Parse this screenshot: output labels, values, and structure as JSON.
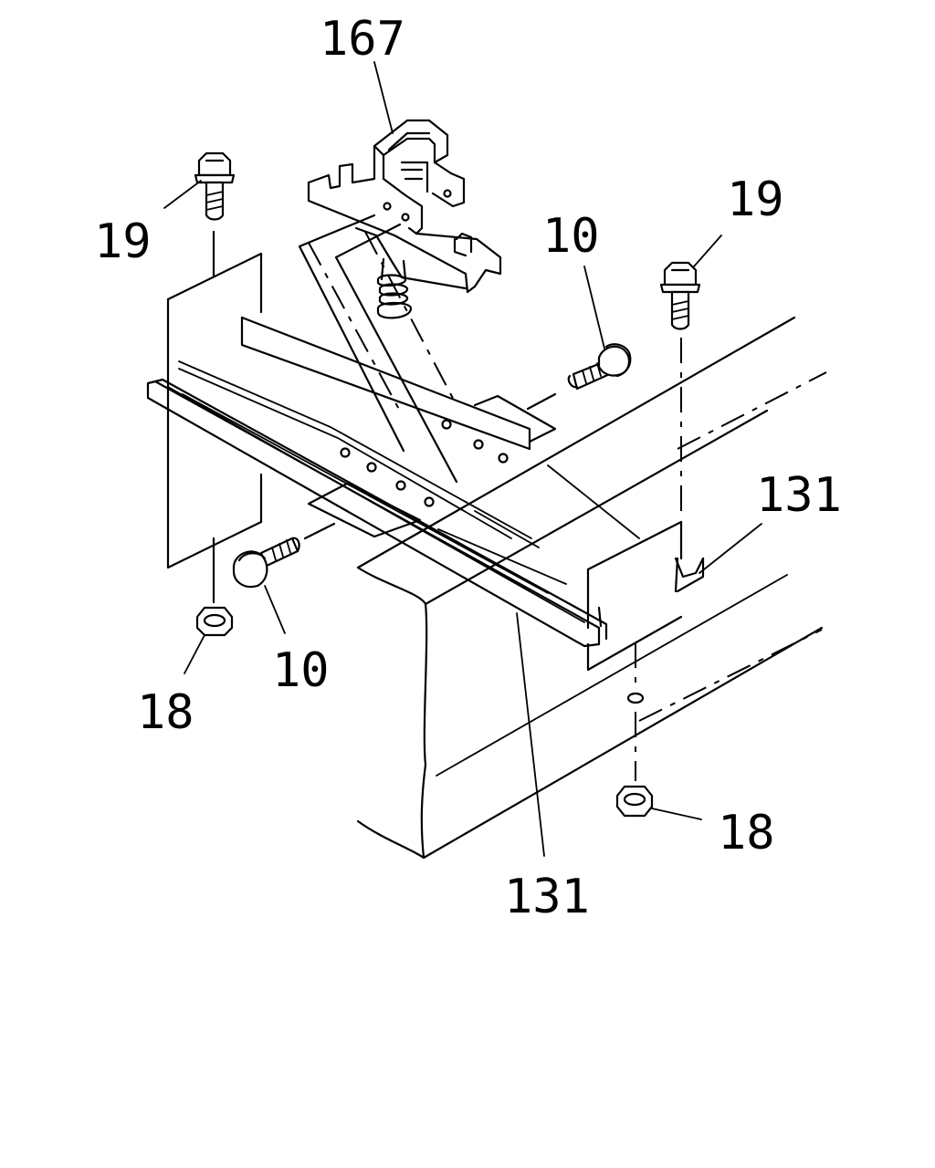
{
  "diagram": {
    "callouts": {
      "bracket_assembly": "167",
      "bolt_upper_left": "19",
      "bolt_upper_right": "19",
      "bolt_side_upper": "10",
      "bolt_side_lower": "10",
      "frame_right": "131",
      "frame_bottom": "131",
      "nut_left": "18",
      "nut_right": "18"
    }
  }
}
